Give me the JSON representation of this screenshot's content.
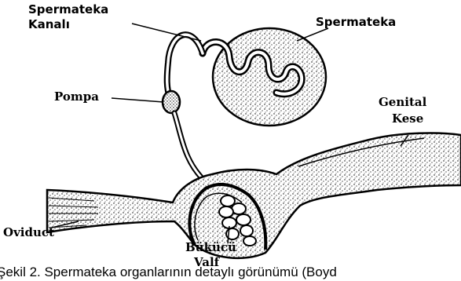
{
  "labels": {
    "spermatheca_duct": [
      "Spermateka",
      "Kanalı"
    ],
    "spermatheca": "Spermateka",
    "pump": "Pompa",
    "genital_pouch": [
      "Genital",
      "Kese"
    ],
    "oviduct": "Oviduct",
    "valve_fold": [
      "Bükücü",
      "Valf"
    ]
  },
  "caption": "Şekil 2. Spermateka organlarının detaylı görünümü (Boyd"
}
